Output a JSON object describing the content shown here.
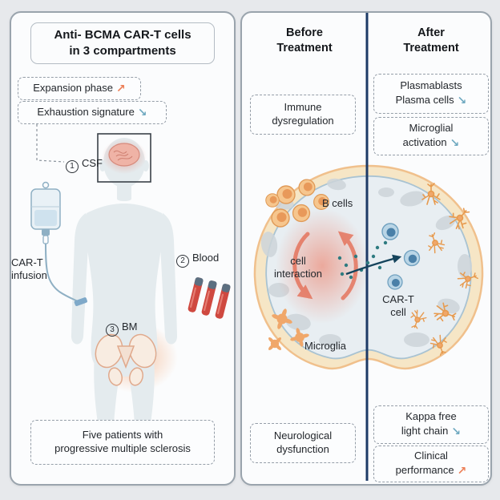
{
  "colors": {
    "page_bg": "#e7e9ec",
    "panel_bg": "#fbfcfd",
    "panel_border": "#9aa4ad",
    "divider": "#1d3a66",
    "trend_up": "#ec7f57",
    "trend_down": "#6fa9c0"
  },
  "left_panel": {
    "title_line1": "Anti- BCMA CAR-T cells",
    "title_line2": "in 3 compartments",
    "expansion": {
      "label": "Expansion phase",
      "arrow": "↗"
    },
    "exhaustion": {
      "label": "Exhaustion signature",
      "arrow": "↘"
    },
    "compartments": {
      "csf": {
        "num": "1",
        "label": "CSF"
      },
      "blood": {
        "num": "2",
        "label": "Blood"
      },
      "bm": {
        "num": "3",
        "label": "BM"
      }
    },
    "infusion_line1": "CAR-T",
    "infusion_line2": "infusion",
    "footer_line1": "Five patients with",
    "footer_line2": "progressive multiple sclerosis"
  },
  "right_panel": {
    "before_line1": "Before",
    "before_line2": "Treatment",
    "after_line1": "After",
    "after_line2": "Treatment",
    "boxes": {
      "immune": {
        "line1": "Immune",
        "line2": "dysregulation"
      },
      "plasma": {
        "line1": "Plasmablasts",
        "line2": "Plasma cells",
        "arrow": "↘"
      },
      "microglial": {
        "line1": "Microglial",
        "line2": "activation",
        "arrow": "↘"
      },
      "neuro": {
        "line1": "Neurological",
        "line2": "dysfunction"
      },
      "kappa": {
        "line1": "Kappa free",
        "line2": "light chain",
        "arrow": "↘"
      },
      "clinical": {
        "line1": "Clinical",
        "line2": "performance",
        "arrow": "↗"
      }
    },
    "brain_labels": {
      "b_cells": "B cells",
      "interaction_line1": "cell",
      "interaction_line2": "interaction",
      "microglia": "Microglia",
      "cart_line1": "CAR-T",
      "cart_line2": "cell"
    }
  }
}
